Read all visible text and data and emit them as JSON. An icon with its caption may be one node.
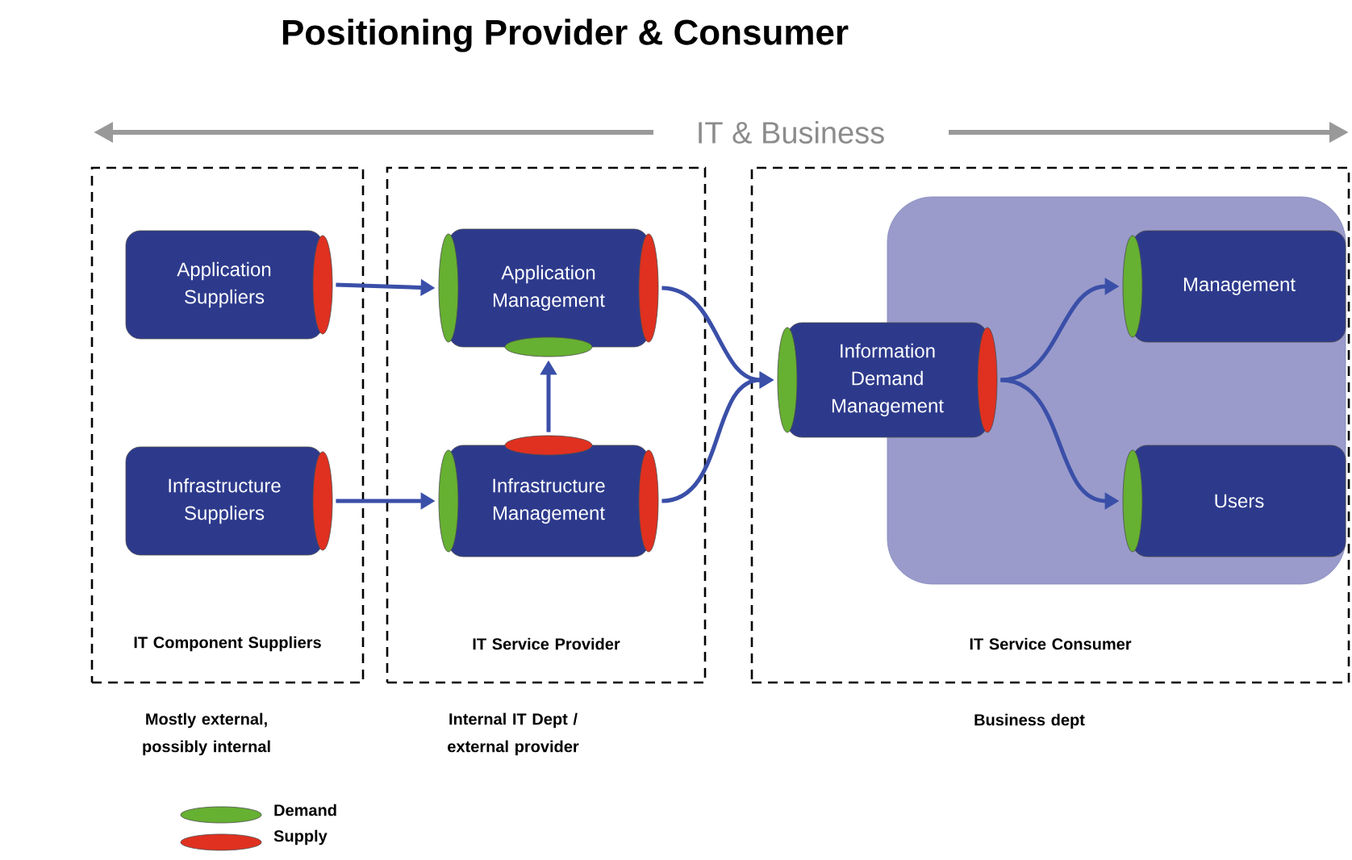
{
  "diagram": {
    "title": "Positioning Provider & Consumer",
    "nodes": [
      {
        "text": [
          "IT Component Suppliers"
        ]
      },
      {
        "text": [
          "IT Service Provider"
        ]
      },
      {
        "text": [
          "IT Service Consumer"
        ]
      },
      {
        "text": [],
        "shape": "box",
        "in": 2
      },
      {
        "text": [
          "Application Suppliers"
        ],
        "in": 0
      },
      {
        "text": [
          "Infrastructure Suppliers"
        ],
        "in": 0
      },
      {
        "text": [
          "Application Management"
        ],
        "in": 1
      },
      {
        "text": [
          "Infrastructure Management"
        ],
        "in": 1
      },
      {
        "text": [
          "Information Demand Management"
        ],
        "in": 2
      },
      {
        "text": [
          "Management"
        ],
        "in": 3
      },
      {
        "text": [
          "Users"
        ],
        "in": 3
      }
    ],
    "edges": [
      {
        "from": 4,
        "to": 6,
        "arrow": "to"
      },
      {
        "from": 5,
        "to": 7,
        "arrow": "to"
      },
      {
        "from": 7,
        "to": 6,
        "arrow": "to"
      },
      {
        "from": 6,
        "to": 8,
        "arrow": "to"
      },
      {
        "from": 7,
        "to": 8,
        "arrow": "to"
      },
      {
        "from": 8,
        "to": 9,
        "arrow": "to"
      },
      {
        "from": 8,
        "to": 10,
        "arrow": "to"
      }
    ],
    "labels": [
      "IT & Business",
      "Mostly external, possibly internal",
      "Internal IT Dept / external provider",
      "Business dept"
    ],
    "legend": [
      {
        "text": "Demand",
        "color": "#66b032"
      },
      {
        "text": "Supply",
        "color": "#e03020"
      }
    ]
  }
}
